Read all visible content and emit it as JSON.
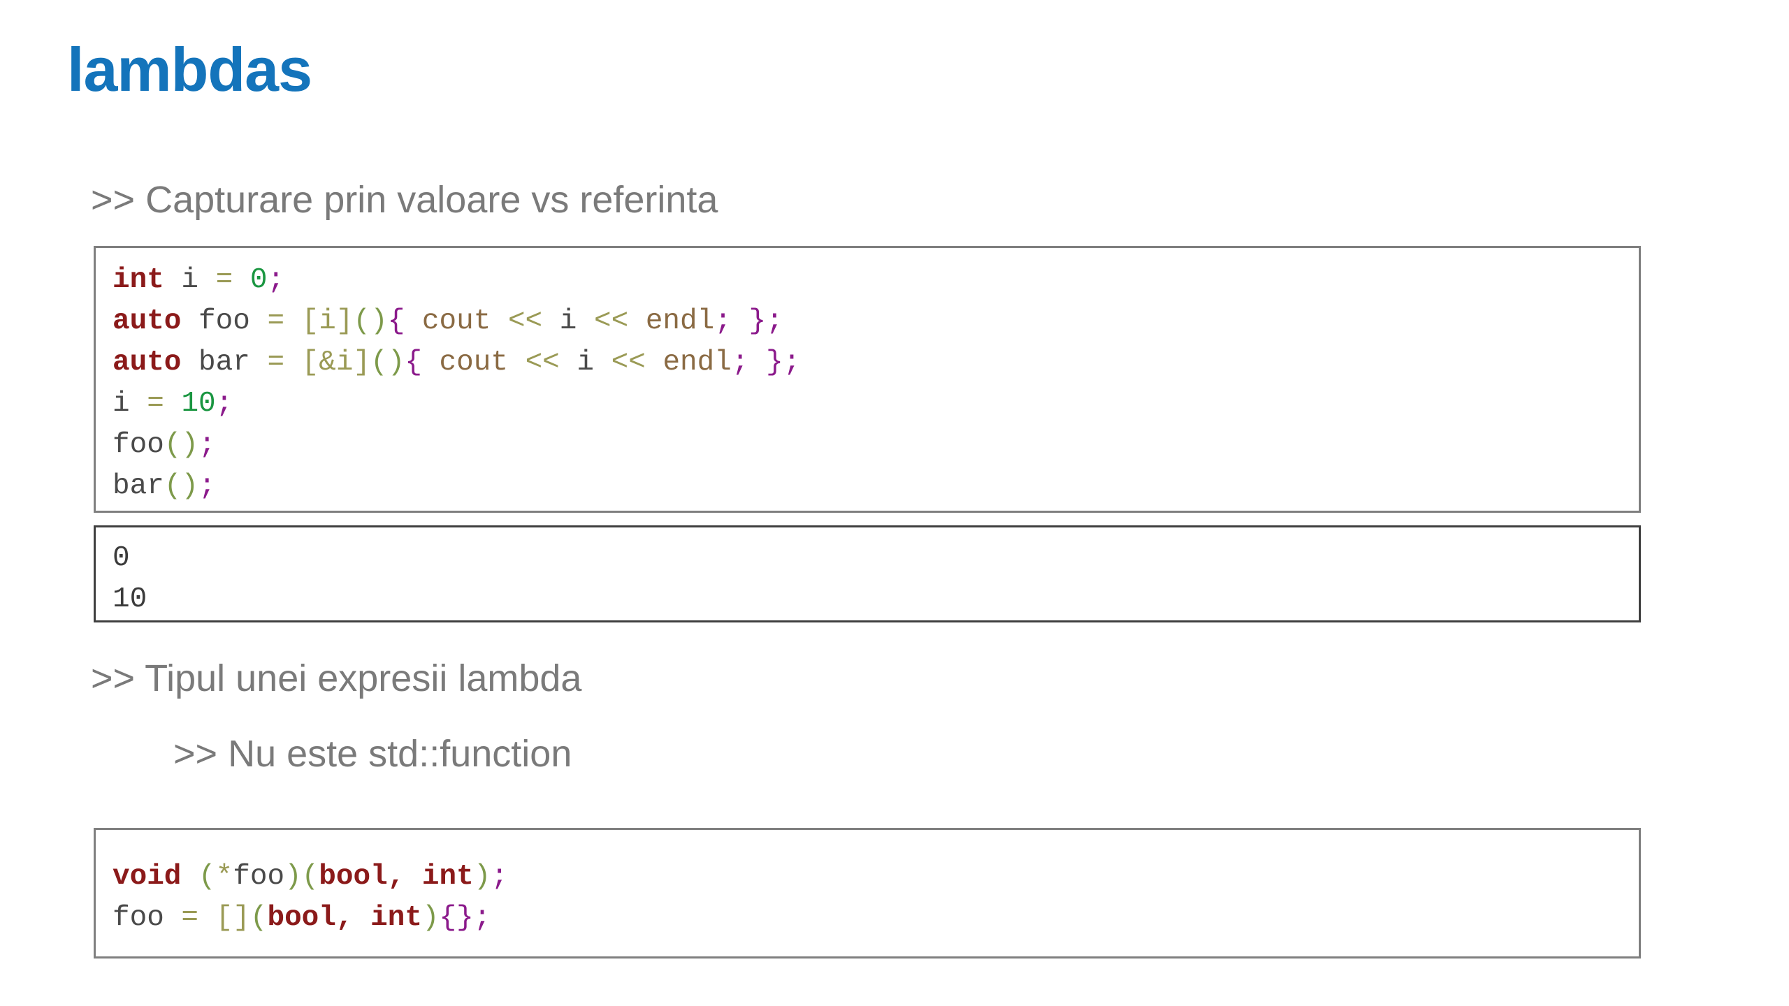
{
  "slide": {
    "title": "lambdas",
    "title_color": "#1474bb",
    "background_color": "#ffffff"
  },
  "bullets": [
    {
      "id": "bullet-capture",
      "marker": ">>",
      "text": " Capturare prin valoare vs referinta",
      "level": 1,
      "color": "#7a7a7a"
    },
    {
      "id": "bullet-tipul",
      "marker": ">>",
      "text": " Tipul unei expresii lambda",
      "level": 1,
      "color": "#7a7a7a"
    },
    {
      "id": "bullet-nufunc",
      "marker": ">>",
      "text": " Nu este std::function",
      "level": 2,
      "color": "#7a7a7a"
    }
  ],
  "code_blocks": {
    "capture_example": {
      "name": "capture-by-value-vs-reference-code",
      "border_color": "#7f7f7f",
      "language": "cpp",
      "lines": [
        "int i = 0;",
        "auto foo = [i](){ cout << i << endl; };",
        "auto bar = [&i](){ cout << i << endl; };",
        "i = 10;",
        "foo();",
        "bar();"
      ]
    },
    "program_output": {
      "name": "program-output",
      "border_color": "#3f3f3f",
      "language": "text",
      "lines": [
        "0",
        "10"
      ]
    },
    "function_pointer_example": {
      "name": "function-pointer-assignment-code",
      "border_color": "#7f7f7f",
      "language": "cpp",
      "lines": [
        "void (*foo)(bool, int);",
        "foo = [](bool, int){};"
      ]
    }
  },
  "token_colors": {
    "keyword": "#8b1a1a",
    "number": "#1a9641",
    "identifier": "#4a4a4a",
    "operator": "#9a9a55",
    "semicolon": "#8b1a8b",
    "brace": "#8b1a8b",
    "bracket": "#9a9a55",
    "paren": "#7d9a4a",
    "stdlib": "#8a6a43",
    "plain": "#3b3b3b"
  }
}
